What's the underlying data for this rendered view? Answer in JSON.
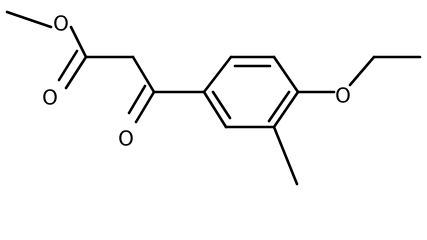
{
  "molecule": {
    "atoms": {
      "o_ester_single": "O",
      "o_ester_carbonyl": "O",
      "o_ketone": "O",
      "o_ether": "O"
    }
  }
}
